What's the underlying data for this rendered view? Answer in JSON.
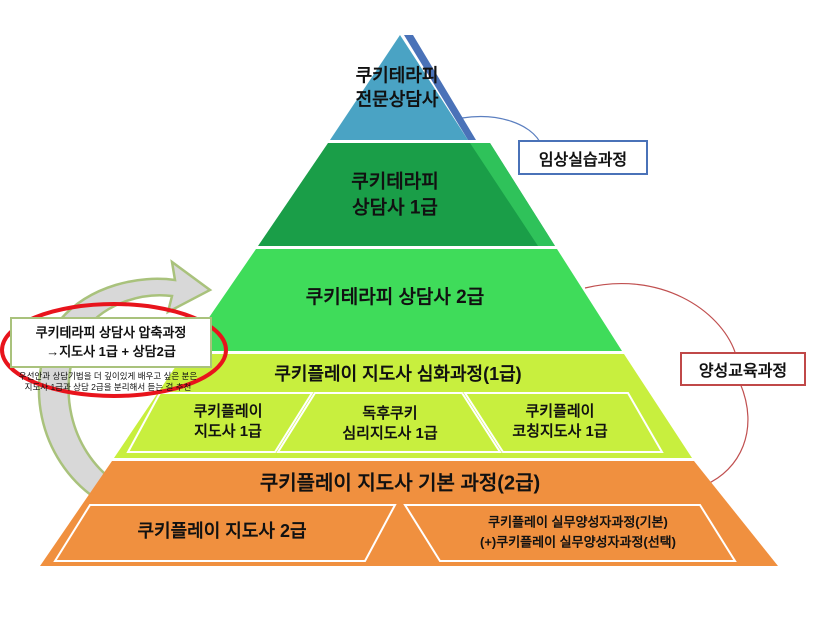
{
  "colors": {
    "top": "#4aa3c4",
    "tier2": "#1a9e48",
    "tier3": "#3fdc5a",
    "tier4": "#c8ef3e",
    "tier5": "#f0903f",
    "stripe": "#4a72b8",
    "highlight": "#e8141c",
    "arrow": "#a9c27c"
  },
  "pyramid": {
    "top": {
      "line1": "쿠키테라피",
      "line2": "전문상담사"
    },
    "tier2": {
      "line1": "쿠키테라피",
      "line2": "상담사 1급"
    },
    "tier3": {
      "label": "쿠키테라피 상담사 2급"
    },
    "tier4": {
      "header": "쿠키플레이 지도사 심화과정(1급)",
      "boxes": [
        {
          "line1": "쿠키플레이",
          "line2": "지도사 1급"
        },
        {
          "line1": "독후쿠키",
          "line2": "심리지도사 1급"
        },
        {
          "line1": "쿠키플레이",
          "line2": "코칭지도사 1급"
        }
      ]
    },
    "tier5": {
      "header": "쿠키플레이 지도사 기본 과정(2급)",
      "left": "쿠키플레이 지도사 2급",
      "right_line1": "쿠키플레이 실무양성자과정(기본)",
      "right_line2": "(+)쿠키플레이 실무양성자과정(선택)"
    }
  },
  "side_labels": {
    "clinical": "임상실습과정",
    "training": "양성교육과정"
  },
  "callout": {
    "line1": "쿠키테라피 상담사 압축과정",
    "line2": "→지도사 1급 + 상담2급",
    "note1": "우선안과 상담기법을 더 깊이있게 배우고 싶은 분은",
    "note2": "지도사 1급과 상담 2급을 분리해서 듣는 걸 추천"
  }
}
